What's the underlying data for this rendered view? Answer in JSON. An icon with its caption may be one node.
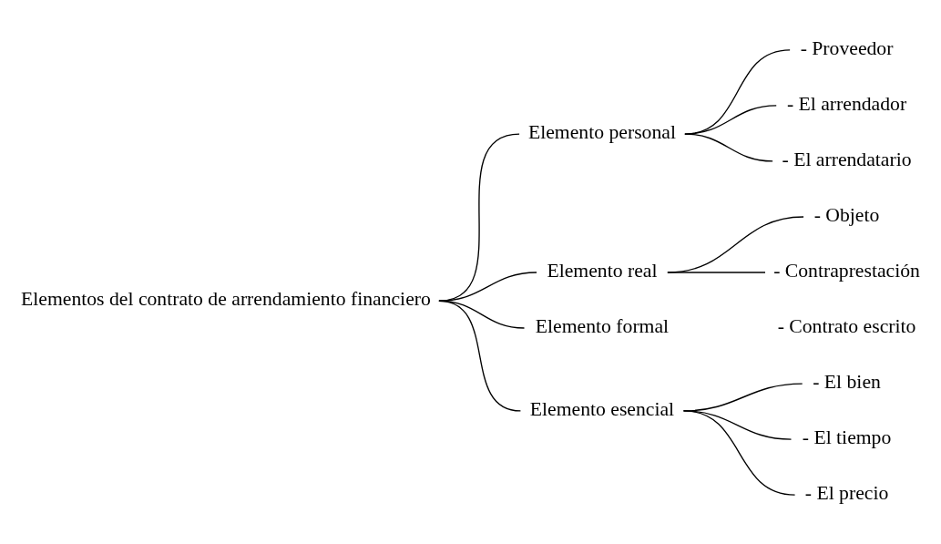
{
  "diagram": {
    "nodes": [
      {
        "text": [
          "Elementos del contrato de arrendamiento financiero"
        ]
      },
      {
        "text": [
          "Elemento personal"
        ]
      },
      {
        "text": [
          "- Proveedor"
        ]
      },
      {
        "text": [
          "- El arrendador"
        ]
      },
      {
        "text": [
          "- El arrendatario"
        ]
      },
      {
        "text": [
          "Elemento real"
        ]
      },
      {
        "text": [
          "- Objeto"
        ]
      },
      {
        "text": [
          "- Contraprestación"
        ]
      },
      {
        "text": [
          "Elemento formal"
        ]
      },
      {
        "text": [
          "- Contrato escrito"
        ]
      },
      {
        "text": [
          "Elemento esencial"
        ]
      },
      {
        "text": [
          "- El bien"
        ]
      },
      {
        "text": [
          "- El tiempo"
        ]
      },
      {
        "text": [
          "- El precio"
        ]
      }
    ],
    "edges": [
      {
        "from": 0,
        "to": 1,
        "arrow": "none"
      },
      {
        "from": 0,
        "to": 5,
        "arrow": "none"
      },
      {
        "from": 0,
        "to": 8,
        "arrow": "none"
      },
      {
        "from": 0,
        "to": 10,
        "arrow": "none"
      },
      {
        "from": 1,
        "to": 2,
        "arrow": "none"
      },
      {
        "from": 1,
        "to": 3,
        "arrow": "none"
      },
      {
        "from": 1,
        "to": 4,
        "arrow": "none"
      },
      {
        "from": 5,
        "to": 6,
        "arrow": "none"
      },
      {
        "from": 5,
        "to": 7,
        "arrow": "none"
      },
      {
        "from": 10,
        "to": 11,
        "arrow": "none"
      },
      {
        "from": 10,
        "to": 12,
        "arrow": "none"
      },
      {
        "from": 10,
        "to": 13,
        "arrow": "none"
      }
    ]
  }
}
